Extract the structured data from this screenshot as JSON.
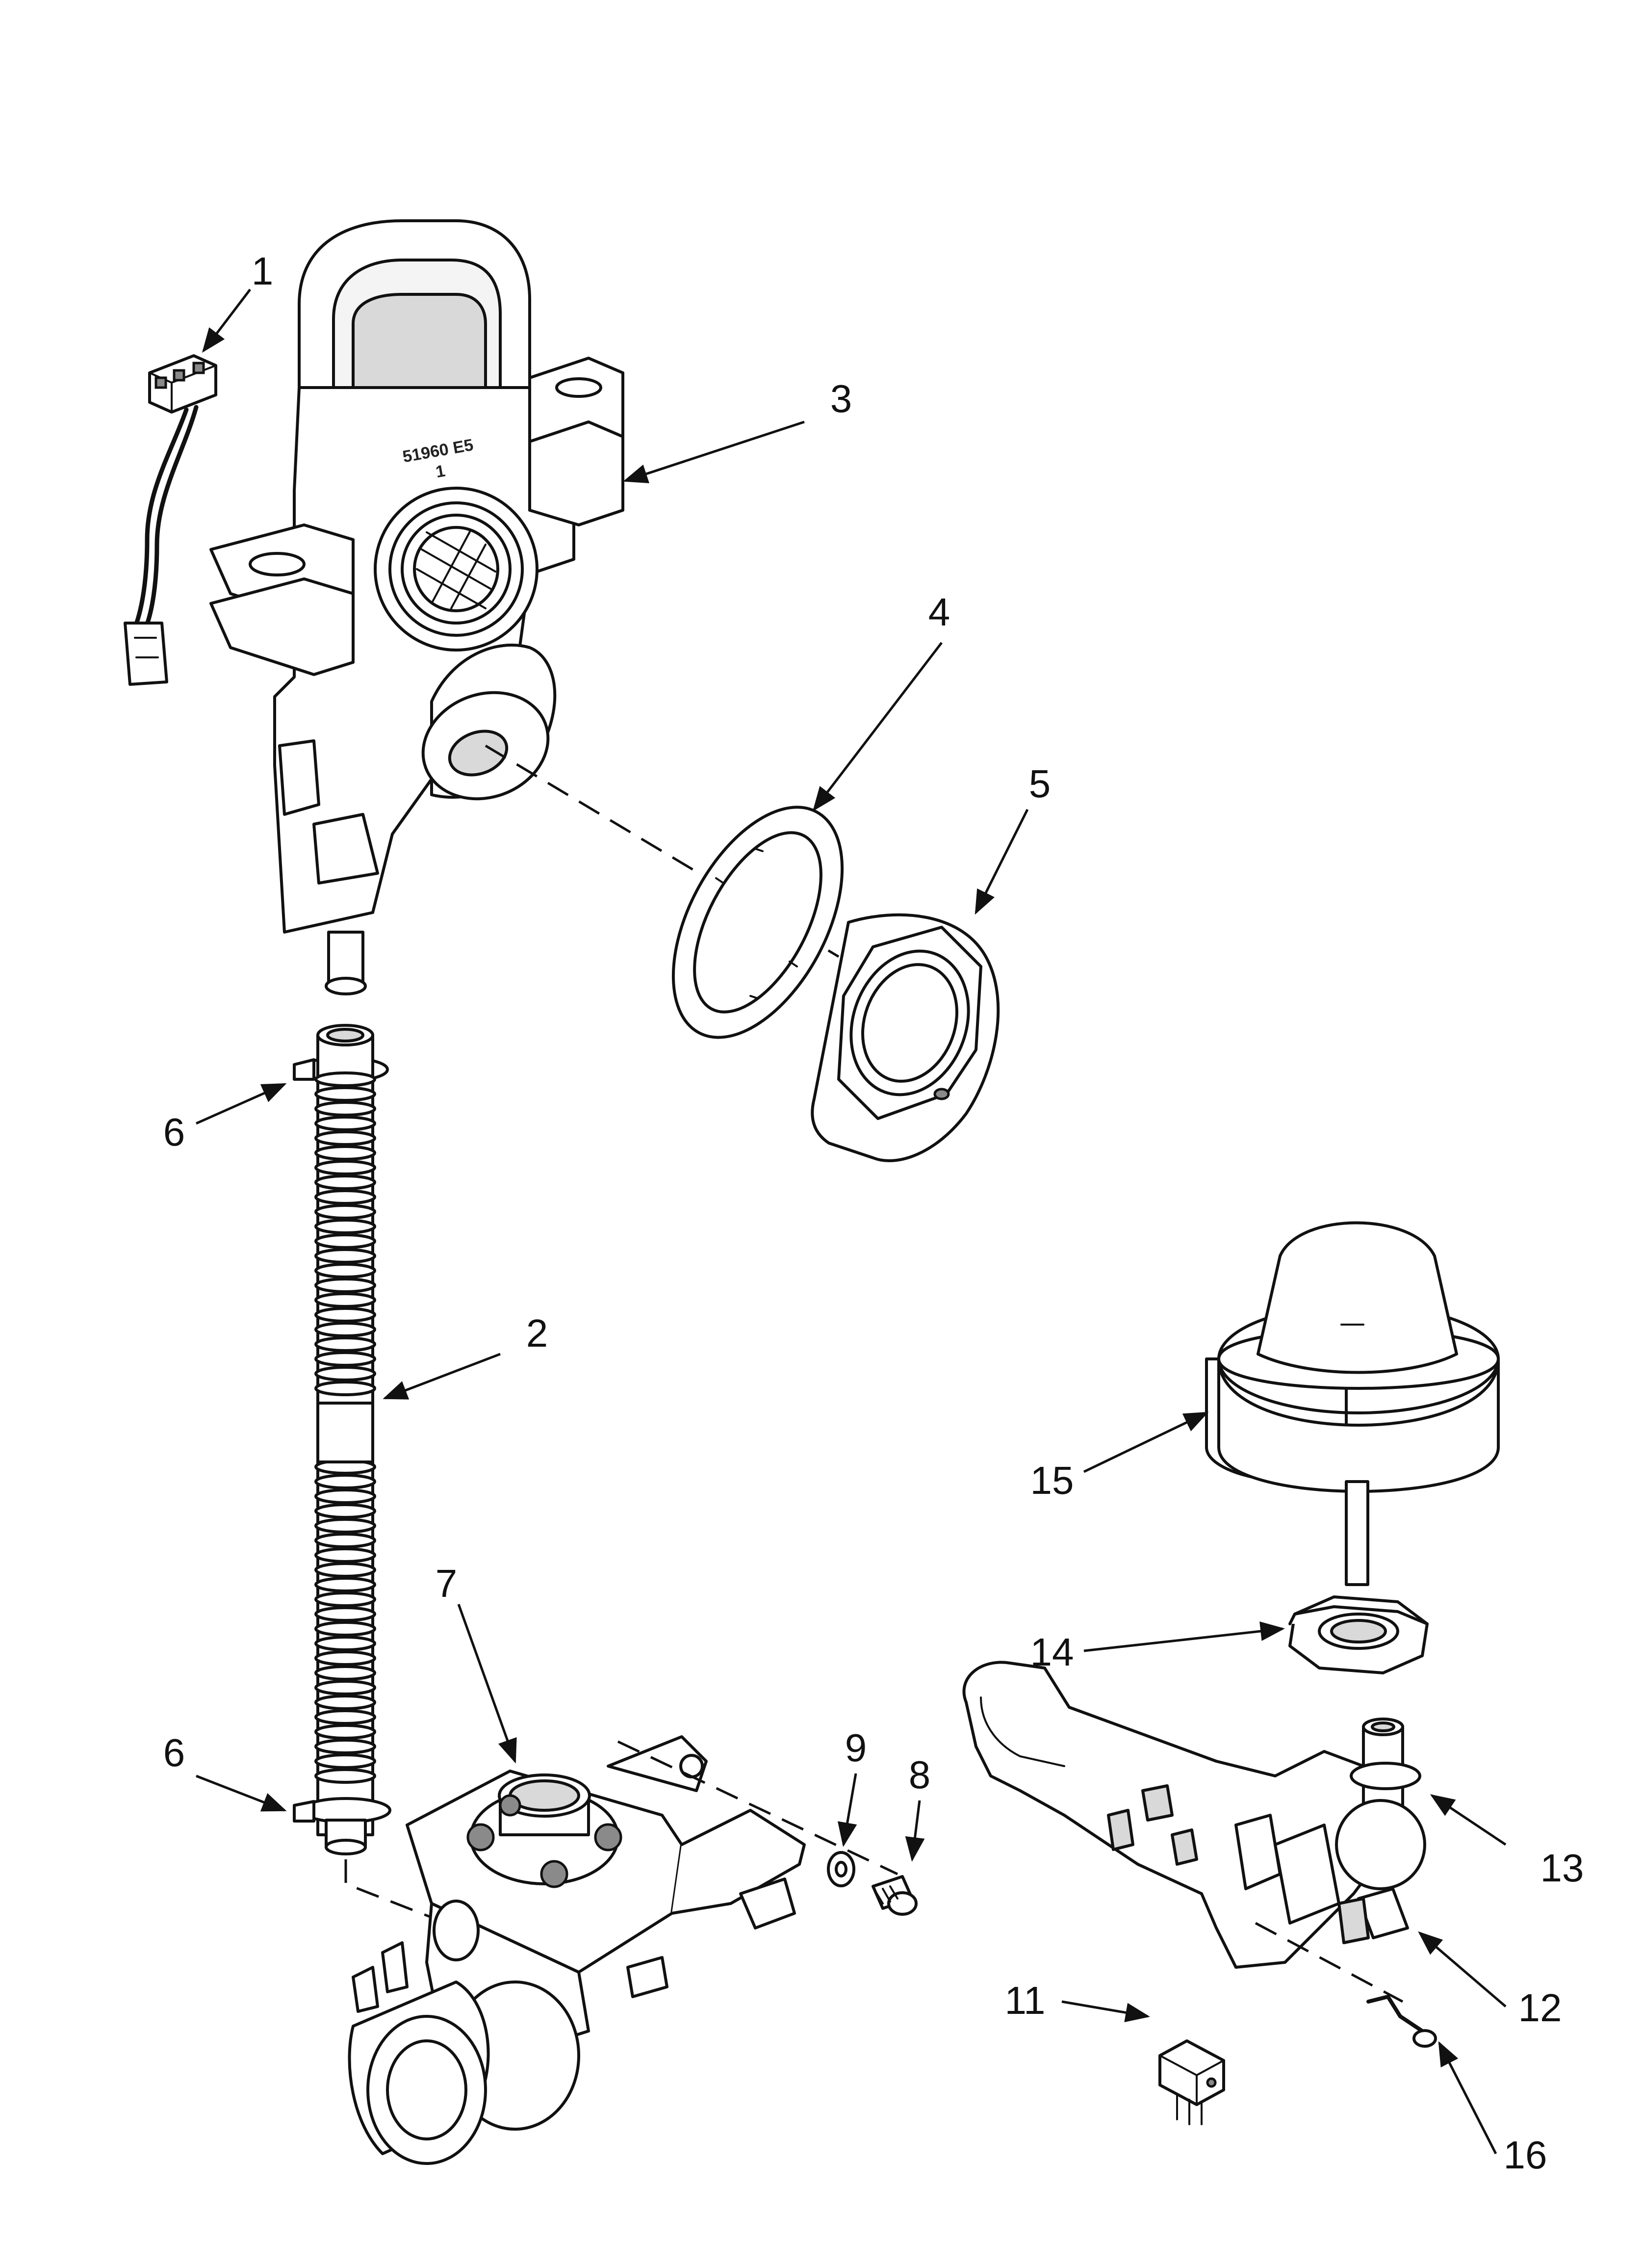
{
  "diagram": {
    "callouts": [
      "1",
      "2",
      "3",
      "4",
      "5",
      "6",
      "6",
      "7",
      "8",
      "9",
      "11",
      "12",
      "13",
      "14",
      "15",
      "16"
    ],
    "molded_marking": {
      "line1": "51960 E5",
      "line2": "1"
    }
  }
}
